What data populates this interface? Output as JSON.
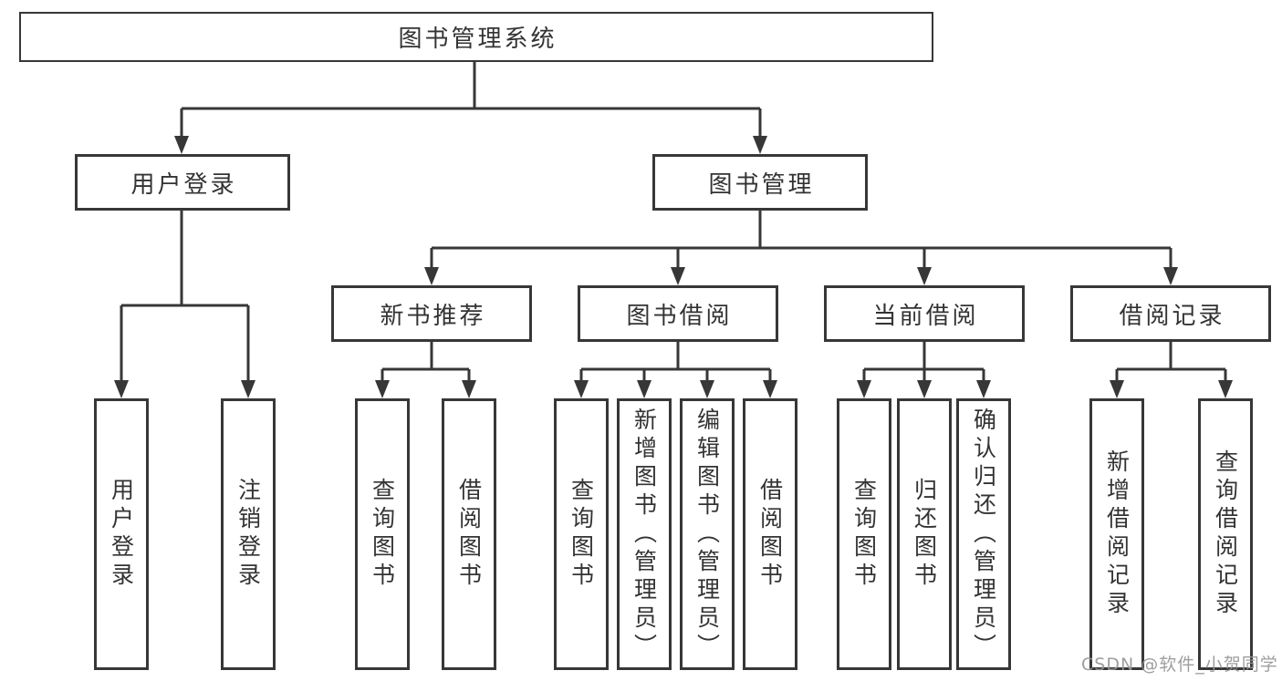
{
  "diagram": {
    "title": "图书管理系统",
    "level2": {
      "user_login": "用户登录",
      "book_mgmt": "图书管理"
    },
    "level3": {
      "new_books": "新书推荐",
      "borrowing": "图书借阅",
      "current": "当前借阅",
      "records": "借阅记录"
    },
    "leaves": {
      "user_login": [
        "用户登录",
        "注销登录"
      ],
      "new_books": [
        "查询图书",
        "借阅图书"
      ],
      "borrowing": [
        "查询图书",
        "新增图书（管理员）",
        "编辑图书（管理员）",
        "借阅图书"
      ],
      "current": [
        "查询图书",
        "归还图书",
        "确认归还（管理员）"
      ],
      "records": [
        "新增借阅记录",
        "查询借阅记录"
      ]
    }
  },
  "watermark": "CSDN @软件_小贺同学",
  "colors": {
    "line": "#373737",
    "text": "#333333",
    "watermark": "#969696",
    "background": "#ffffff"
  }
}
